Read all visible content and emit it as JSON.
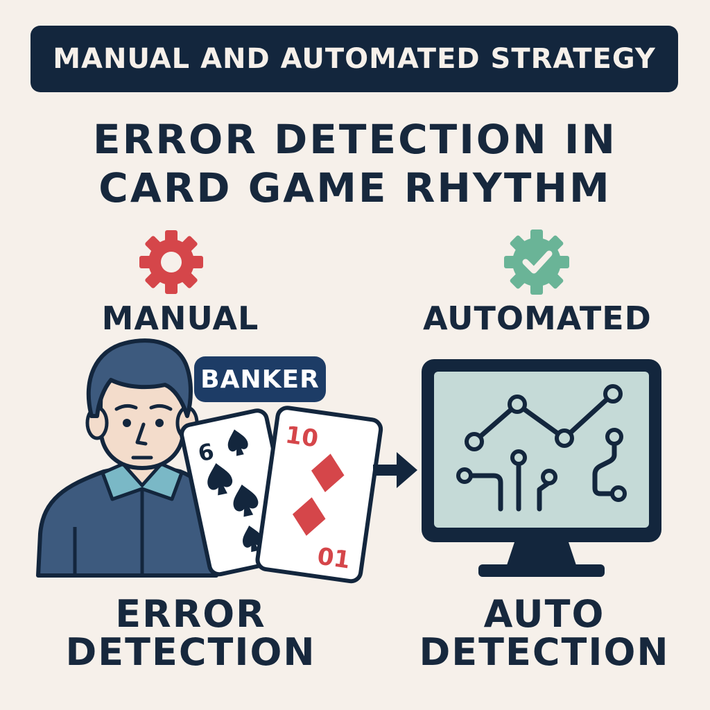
{
  "header": {
    "banner_text": "MANUAL AND AUTOMATED STRATEGY"
  },
  "title": {
    "line1": "ERROR DETECTION IN",
    "line2": "CARD GAME RHYTHM"
  },
  "manual": {
    "label": "MANUAL",
    "icon": "gear-icon",
    "icon_color": "#d5464a",
    "badge": "BANKER",
    "bottom_line1": "ERROR",
    "bottom_line2": "DETECTION"
  },
  "automated": {
    "label": "AUTOMATED",
    "icon": "gear-check-icon",
    "icon_color": "#6ab497",
    "bottom_line1": "AUTO",
    "bottom_line2": "DETECTION"
  },
  "cards": {
    "back_card": {
      "rank": "6",
      "suit": "spade-icon"
    },
    "front_card": {
      "rank_top": "10",
      "rank_bottom": "01",
      "suit": "diamond-icon",
      "color": "#d5464a"
    }
  },
  "colors": {
    "navy": "#13263d",
    "background": "#f6f0ea",
    "screen": "#c5dad7"
  }
}
